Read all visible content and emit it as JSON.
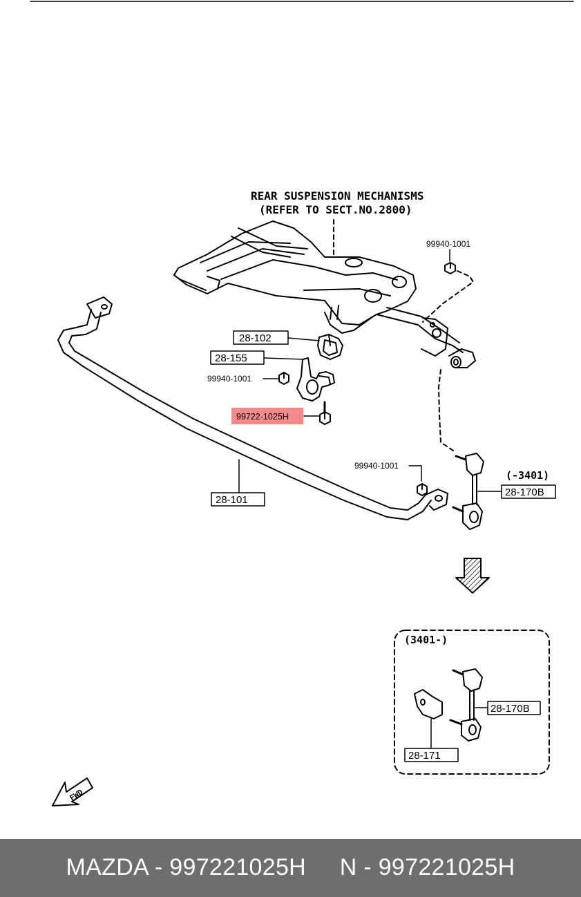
{
  "diagram": {
    "note_line1": "REAR SUSPENSION MECHANISMS",
    "note_line2": "(REFER TO SECT.NO.2800)",
    "callouts": {
      "nut_top": "99940-1001",
      "bushing": "28-102",
      "bracket": "28-155",
      "nut_bracket": "99940-1001",
      "bolt_highlighted": "99722-1025H",
      "nut_link": "99940-1001",
      "stabilizer_bar": "28-101",
      "link_old": "28-170B",
      "serial_old": "(-3401)",
      "serial_new": "(3401-)",
      "link_new": "28-170B",
      "cover_new": "28-171"
    },
    "fwd": "FWD",
    "highlight_color": "#f58a8a"
  },
  "footer": {
    "text": "MAZDA - 997221025H     N - 997221025H"
  }
}
